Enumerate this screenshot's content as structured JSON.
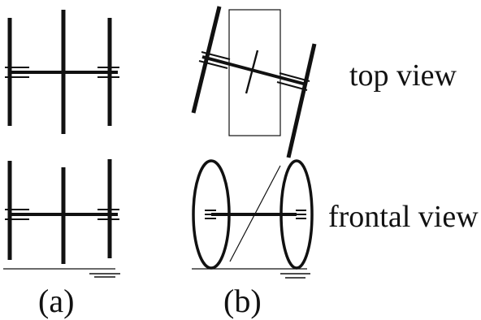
{
  "labels": {
    "top_view": "top view",
    "frontal_view": "frontal view",
    "panel_a": "(a)",
    "panel_b": "(b)"
  },
  "colors": {
    "ink": "#111111",
    "background": "#ffffff"
  }
}
